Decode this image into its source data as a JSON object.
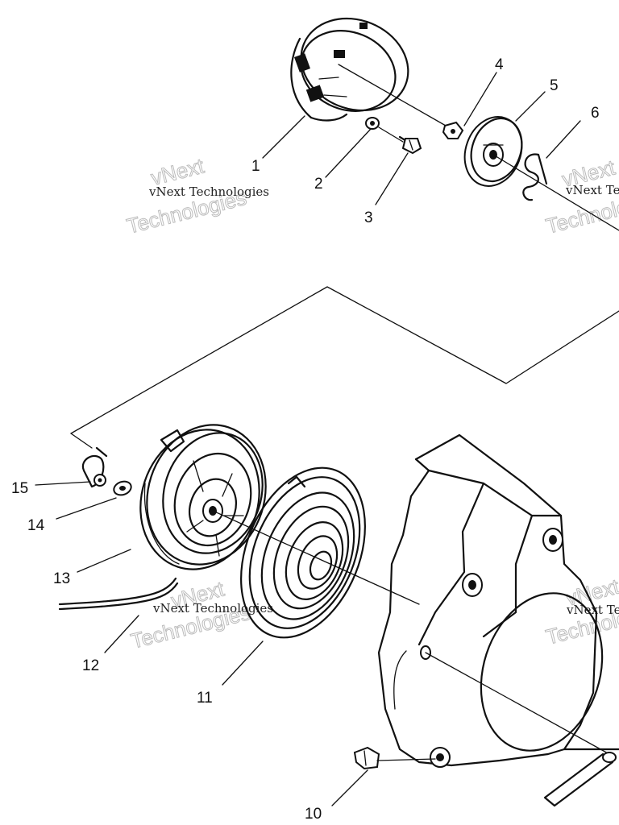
{
  "callouts": [
    {
      "id": "1",
      "text": "1"
    },
    {
      "id": "2",
      "text": "2"
    },
    {
      "id": "3",
      "text": "3"
    },
    {
      "id": "4",
      "text": "4"
    },
    {
      "id": "5",
      "text": "5"
    },
    {
      "id": "6",
      "text": "6"
    },
    {
      "id": "10",
      "text": "10"
    },
    {
      "id": "11",
      "text": "11"
    },
    {
      "id": "12",
      "text": "12"
    },
    {
      "id": "13",
      "text": "13"
    },
    {
      "id": "14",
      "text": "14"
    },
    {
      "id": "15",
      "text": "15"
    }
  ],
  "watermark": {
    "company": "vNext Technologies",
    "outline_top": "vNext",
    "outline_bottom": "Technologies"
  },
  "colors": {
    "ink": "#111111",
    "paper": "#ffffff",
    "watermark": "#bbbbbb"
  }
}
